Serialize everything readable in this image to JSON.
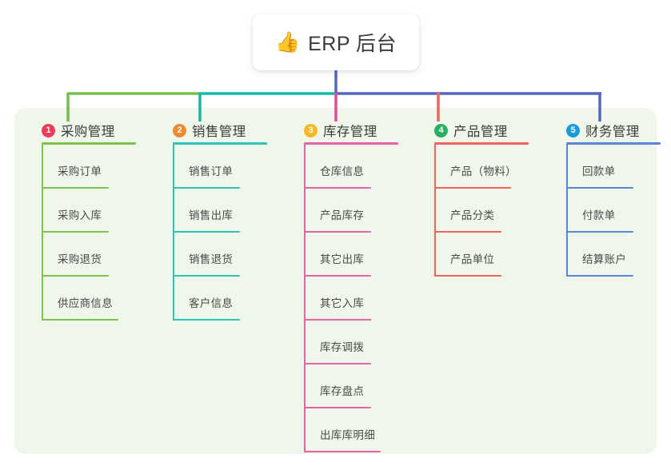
{
  "root": {
    "icon": "thumbs-up-emoji",
    "icon_glyph": "👍",
    "label": "ERP 后台"
  },
  "palette": {
    "panel_background": "#eef7ea",
    "page_background": "#ffffff",
    "root_drop_line": "#5566c4",
    "trunk_segments": [
      "#76bd4a",
      "#14b8a6",
      "#5566c4"
    ],
    "text": "#3c3c3c"
  },
  "columns": [
    {
      "index": "1",
      "title": "采购管理",
      "badge_color": "#ef3b5b",
      "line_color": "#7fc24d",
      "stub_color": "#76bd4a",
      "items": [
        {
          "label": "采购订单"
        },
        {
          "label": "采购入库"
        },
        {
          "label": "采购退货"
        },
        {
          "label": "供应商信息"
        }
      ]
    },
    {
      "index": "2",
      "title": "销售管理",
      "badge_color": "#f1892d",
      "line_color": "#2ec2b5",
      "stub_color": "#14b8a6",
      "items": [
        {
          "label": "销售订单"
        },
        {
          "label": "销售出库"
        },
        {
          "label": "销售退货"
        },
        {
          "label": "客户信息"
        }
      ]
    },
    {
      "index": "3",
      "title": "库存管理",
      "badge_color": "#f5b922",
      "line_color": "#e862a8",
      "stub_color": "#ec4899",
      "items": [
        {
          "label": "仓库信息"
        },
        {
          "label": "产品库存"
        },
        {
          "label": "其它出库"
        },
        {
          "label": "其它入库"
        },
        {
          "label": "库存调拨"
        },
        {
          "label": "库存盘点"
        },
        {
          "label": "出库库明细"
        }
      ]
    },
    {
      "index": "4",
      "title": "产品管理",
      "badge_color": "#27ae60",
      "line_color": "#f4615c",
      "stub_color": "#f4615c",
      "items": [
        {
          "label": "产品（物料）"
        },
        {
          "label": "产品分类"
        },
        {
          "label": "产品单位"
        }
      ]
    },
    {
      "index": "5",
      "title": "财务管理",
      "badge_color": "#1a9ae0",
      "line_color": "#5b86d8",
      "stub_color": "#5566c4",
      "items": [
        {
          "label": "回款单"
        },
        {
          "label": "付款单"
        },
        {
          "label": "结算账户"
        }
      ]
    }
  ]
}
